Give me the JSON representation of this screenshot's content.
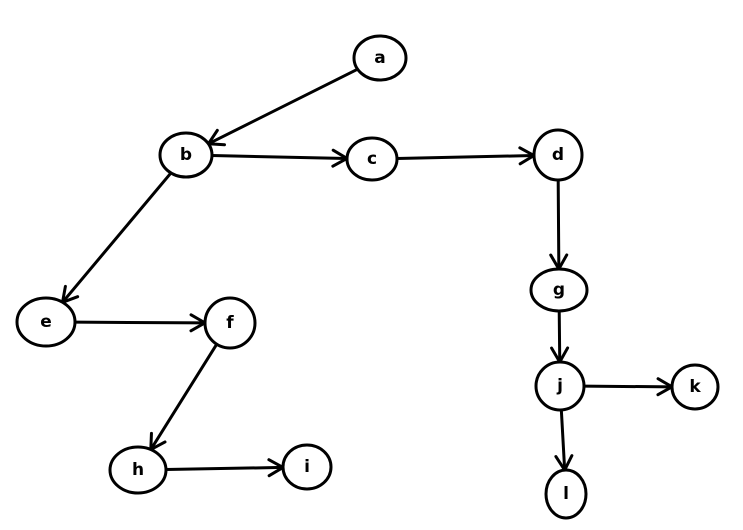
{
  "diagram": {
    "nodes": [
      {
        "id": "a",
        "label": "a"
      },
      {
        "id": "b",
        "label": "b"
      },
      {
        "id": "c",
        "label": "c"
      },
      {
        "id": "d",
        "label": "d"
      },
      {
        "id": "e",
        "label": "e"
      },
      {
        "id": "f",
        "label": "f"
      },
      {
        "id": "g",
        "label": "g"
      },
      {
        "id": "h",
        "label": "h"
      },
      {
        "id": "i",
        "label": "i"
      },
      {
        "id": "j",
        "label": "j"
      },
      {
        "id": "k",
        "label": "k"
      },
      {
        "id": "l",
        "label": "l"
      }
    ],
    "edges": [
      {
        "from": "a",
        "to": "b"
      },
      {
        "from": "b",
        "to": "c"
      },
      {
        "from": "c",
        "to": "d"
      },
      {
        "from": "b",
        "to": "e"
      },
      {
        "from": "e",
        "to": "f"
      },
      {
        "from": "f",
        "to": "h"
      },
      {
        "from": "h",
        "to": "i"
      },
      {
        "from": "d",
        "to": "g"
      },
      {
        "from": "g",
        "to": "j"
      },
      {
        "from": "j",
        "to": "k"
      },
      {
        "from": "j",
        "to": "l"
      }
    ],
    "colors": {
      "stroke": "#000000",
      "fill": "#ffffff"
    }
  }
}
